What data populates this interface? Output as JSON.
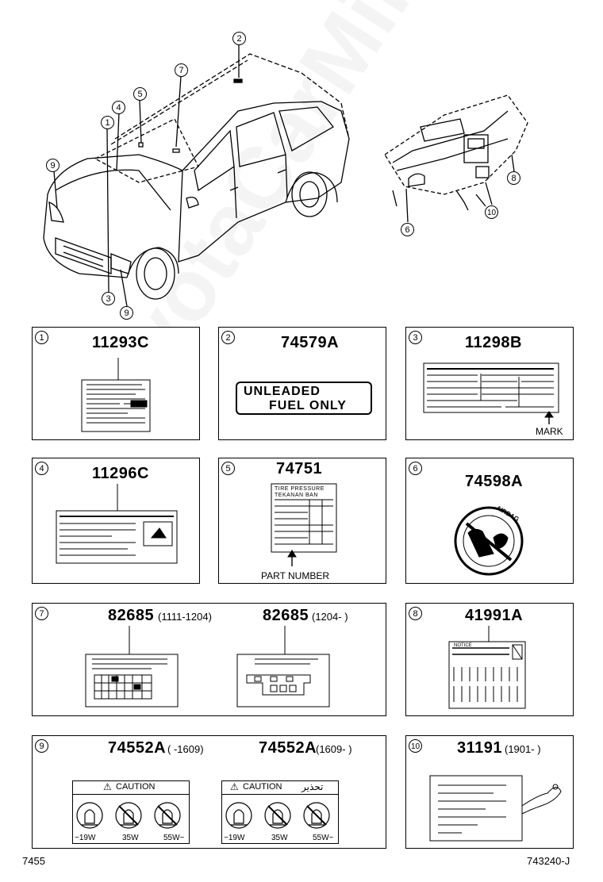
{
  "callouts": {
    "car": [
      "2",
      "7",
      "5",
      "4",
      "1",
      "9",
      "3",
      "9"
    ],
    "dash": [
      "8",
      "10",
      "6"
    ]
  },
  "panels": [
    {
      "num": "1",
      "part": "11293C",
      "range": ""
    },
    {
      "num": "2",
      "part": "74579A",
      "range": ""
    },
    {
      "num": "3",
      "part": "11298B",
      "range": ""
    },
    {
      "num": "4",
      "part": "11296C",
      "range": ""
    },
    {
      "num": "5",
      "part": "74751",
      "range": ""
    },
    {
      "num": "6",
      "part": "74598A",
      "range": ""
    },
    {
      "num": "7",
      "part": "82685",
      "range": "(1111-1204)",
      "part2": "82685",
      "range2": "(1204-      )"
    },
    {
      "num": "8",
      "part": "41991A",
      "range": ""
    },
    {
      "num": "9",
      "part": "74552A",
      "range": "(      -1609)",
      "part2": "74552A",
      "range2": "(1609-      )"
    },
    {
      "num": "10",
      "part": "31191",
      "range": "(1901-      )"
    }
  ],
  "labels": {
    "fuel_line1": "UNLEADED",
    "fuel_line2": "FUEL ONLY",
    "mark": "MARK",
    "part_number": "PART NUMBER",
    "tire_line1": "TIRE PRESSURE",
    "tire_line2": "TEKANAN BAN",
    "airbag": "AIRBAG",
    "caution": "CAUTION",
    "caution_arabic": "تحذير",
    "watt_19": "~19W",
    "watt_35": "35W",
    "watt_55": "55W~",
    "notice": "NOTICE"
  },
  "footer": {
    "left": "7455",
    "right": "743240-J"
  },
  "watermark": "ToyotaCarMine.ru"
}
